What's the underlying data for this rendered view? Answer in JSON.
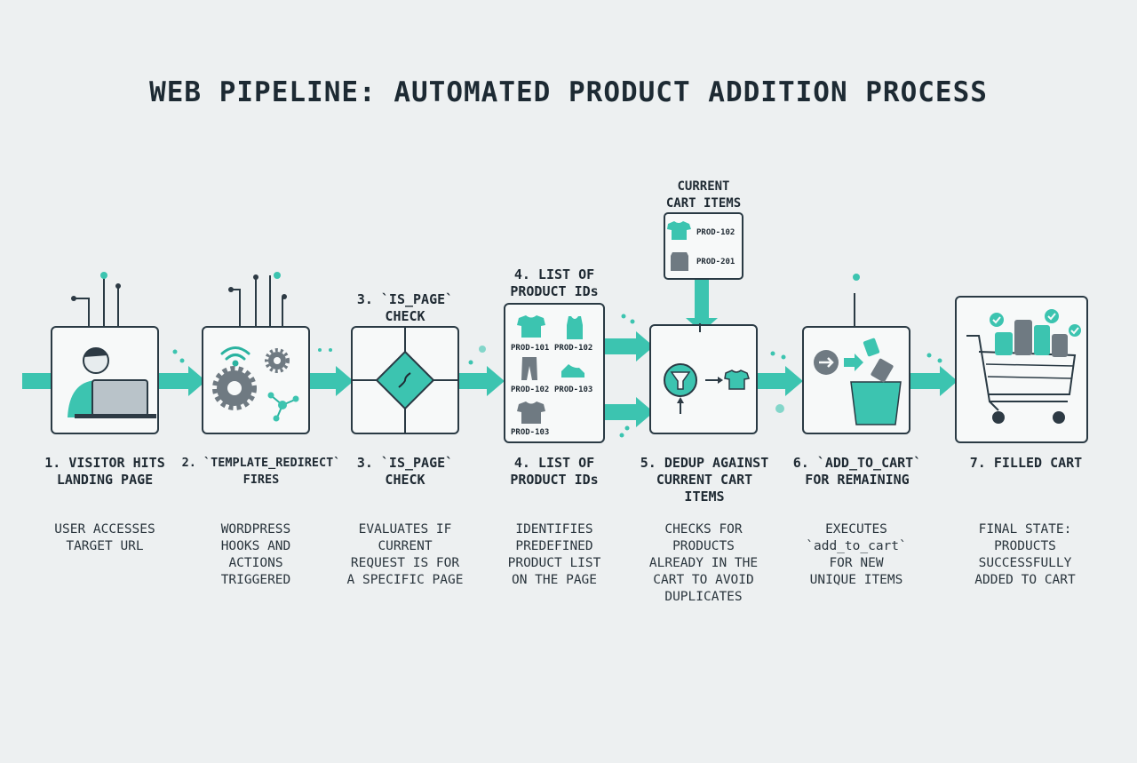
{
  "title": "WEB PIPELINE: AUTOMATED PRODUCT ADDITION PROCESS",
  "top_labels": {
    "step3": "3. `IS_PAGE`\nCHECK",
    "step4": "4. LIST OF\nPRODUCT IDs",
    "cart": "CURRENT\nCART ITEMS"
  },
  "list_items": [
    "PROD-101",
    "PROD-102",
    "PROD-102",
    "PROD-103",
    "PROD-103"
  ],
  "cart_items": [
    "PROD-102",
    "PROD-201"
  ],
  "steps": [
    {
      "label": "1. VISITOR HITS\nLANDING PAGE",
      "desc": "USER ACCESSES\nTARGET URL"
    },
    {
      "label": "2. `TEMPLATE_REDIRECT`\nFIRES",
      "desc": "WORDPRESS\nHOOKS AND\nACTIONS\nTRIGGERED"
    },
    {
      "label": "3. `IS_PAGE`\nCHECK",
      "desc": "EVALUATES IF\nCURRENT\nREQUEST IS FOR\nA SPECIFIC PAGE"
    },
    {
      "label": "4. LIST OF\nPRODUCT IDs",
      "desc": "IDENTIFIES\nPREDEFINED\nPRODUCT LIST\nON THE PAGE"
    },
    {
      "label": "5. DEDUP AGAINST\nCURRENT CART\nITEMS",
      "desc": "CHECKS FOR\nPRODUCTS\nALREADY IN THE\nCART TO AVOID\nDUPLICATES"
    },
    {
      "label": "6. `ADD_TO_CART`\nFOR REMAINING",
      "desc": "EXECUTES\n`add_to_cart`\nFOR NEW\nUNIQUE ITEMS"
    },
    {
      "label": "7. FILLED CART",
      "desc": "FINAL STATE:\nPRODUCTS\nSUCCESSFULLY\nADDED TO CART"
    }
  ],
  "colors": {
    "accent": "#3cc4b0",
    "outline": "#2a3a44",
    "background": "#edf0f1"
  }
}
